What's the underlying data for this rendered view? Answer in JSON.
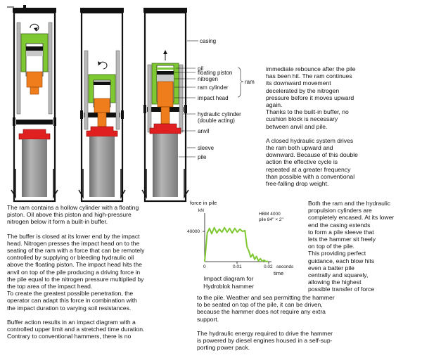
{
  "labels": {
    "casing": "casing",
    "oil": "oil",
    "floating_piston": "floating piston",
    "nitrogen": "nitrogen",
    "ram_cylinder": "ram cylinder",
    "impact_head": "impact head",
    "ram": "ram",
    "hydraulic_cylinder": "hydraulic cylinder\n(double acting)",
    "anvil": "anvil",
    "sleeve": "sleeve",
    "pile": "pile"
  },
  "right_text": [
    "immediate rebounce after the pile\nhas been hit. The ram continues\nits downward movement\ndecelerated by the nitrogen\npressure before it moves upward\nagain.\nThanks to the built-in buffer, no\ncushion block is necessary\nbetween anvil and pile.",
    "A closed hydraulic system drives\nthe ram both upward and\ndownward. Because of this double\naction the effective cycle is\nrepeated at a greater frequency\nthan possible with a conventional\nfree-falling drop weight."
  ],
  "left_text": [
    "The ram contains a hollow cylinder with a floating\npiston. Oil above this piston and high-pressure\nnitrogen below it form a built-in buffer.",
    "The buffer is closed at its lower end by the impact\nhead. Nitrogen presses the impact head on to the\nseating of the ram with a force that can be remotely\ncontrolled by supplying or bleeding hydraulic oil\nabove the floating piston. The impact head hits the\nanvil on top of the pile producing a driving force in\nthe pile equal to the nitrogen pressure multiplied by\nthe top area of the impact head.\nTo create the greatest possible penetration, the\noperator can adapt this force in combination with\nthe impact duration to varying soil resistances.",
    "Buffer action results in an impact diagram with a\ncontrolled upper limit and a stretched time duration.\nContrary to conventional hammers, there is no"
  ],
  "col3_text": "Both the ram and the hydraulic\npropulsion cylinders are\ncompletely encased. At its lower\nend the casing extends\nto form a pile sleeve that\nlets the hammer sit freely\non top of the pile.\nThis providing perfect\nguidance, each blow hits\neven a batter pile\ncentrally and squarely,\nallowing the highest\npossible transfer of force",
  "bottom_text": [
    "to the pile. Weather and sea permitting the hammer\nto be seated on top of the pile, it can be driven,\nbecause the hammer does not require any extra\nsupport.",
    "The hydraulic energy required to drive the hammer\nis powered by diesel engines housed in a self-sup-\nporting power pack."
  ],
  "chart_data": {
    "type": "line",
    "title": "force in pile",
    "ylabel": "kN",
    "xlabel": "time",
    "x_unit": "seconds",
    "annotation": "HBM 4000\npile 84\" × 2\"",
    "caption": "Impact diagram for\nHydroblok hammer",
    "x_ticks": [
      "0",
      "0.01",
      "0.02"
    ],
    "y_ticks": [
      "40000"
    ],
    "xlim": [
      0,
      0.02
    ],
    "ylim": [
      0,
      52000
    ],
    "series": [
      {
        "color": "#7ec832",
        "x": [
          0,
          0.0008,
          0.0015,
          0.0022,
          0.003,
          0.0038,
          0.0046,
          0.0054,
          0.0062,
          0.007,
          0.0078,
          0.0086,
          0.0094,
          0.0102,
          0.011,
          0.0118,
          0.0126,
          0.0132,
          0.0138,
          0.0144,
          0.015,
          0.0156,
          0.0162,
          0.0168,
          0.0174,
          0.018,
          0.0186,
          0.0192,
          0.0198
        ],
        "y": [
          0,
          38000,
          44000,
          37000,
          45000,
          38000,
          43000,
          39000,
          45000,
          39000,
          44000,
          38000,
          44000,
          39000,
          43000,
          40000,
          41000,
          20000,
          14000,
          6000,
          10000,
          3000,
          7000,
          1000,
          4000,
          500,
          2000,
          0,
          500
        ]
      }
    ]
  },
  "colors": {
    "green": "#7ec832",
    "orange": "#ef7d1c",
    "red": "#e02020",
    "grey": "#9a9a9a"
  }
}
